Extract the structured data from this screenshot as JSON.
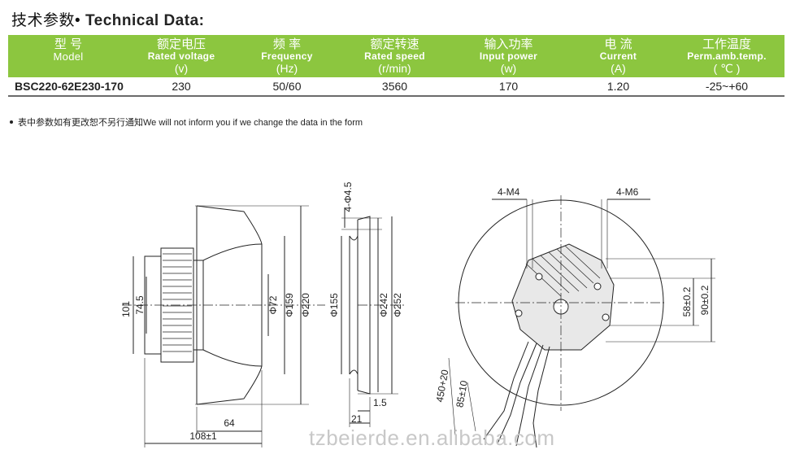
{
  "header": {
    "title_cn": "技术参数•",
    "title_en": "Technical Data:"
  },
  "table": {
    "columns": [
      {
        "cn": "型   号",
        "en": "Model",
        "unit": ""
      },
      {
        "cn": "额定电压",
        "en": "Rated voltage",
        "unit": "(v)"
      },
      {
        "cn": "频   率",
        "en": "Frequency",
        "unit": "(Hz)"
      },
      {
        "cn": "额定转速",
        "en": "Rated speed",
        "unit": "(r/min)"
      },
      {
        "cn": "输入功率",
        "en": "Input power",
        "unit": "(w)"
      },
      {
        "cn": "电   流",
        "en": "Current",
        "unit": "(A)"
      },
      {
        "cn": "工作温度",
        "en": "Perm.amb.temp.",
        "unit": "(  ℃ )"
      }
    ],
    "row": [
      "BSC220-62E230-170",
      "230",
      "50/60",
      "3560",
      "170",
      "1.20",
      "-25~+60"
    ]
  },
  "note": "表中参数如有更改恕不另行通知We will not inform you if we change the data in the form",
  "drawing": {
    "side_view": {
      "dims": [
        "101",
        "74.5",
        "Φ72",
        "Φ159",
        "Φ220",
        "64",
        "108±1"
      ]
    },
    "section_view": {
      "dims": [
        "4-Φ4.5",
        "Φ155",
        "Φ242",
        "Φ252",
        "1.5",
        "21"
      ]
    },
    "front_view": {
      "dims": [
        "4-M4",
        "4-M6",
        "58±0.2",
        "90±0.2",
        "450+20",
        "85±10"
      ]
    }
  },
  "watermark": "tzbeierde.en.alibaba.com"
}
